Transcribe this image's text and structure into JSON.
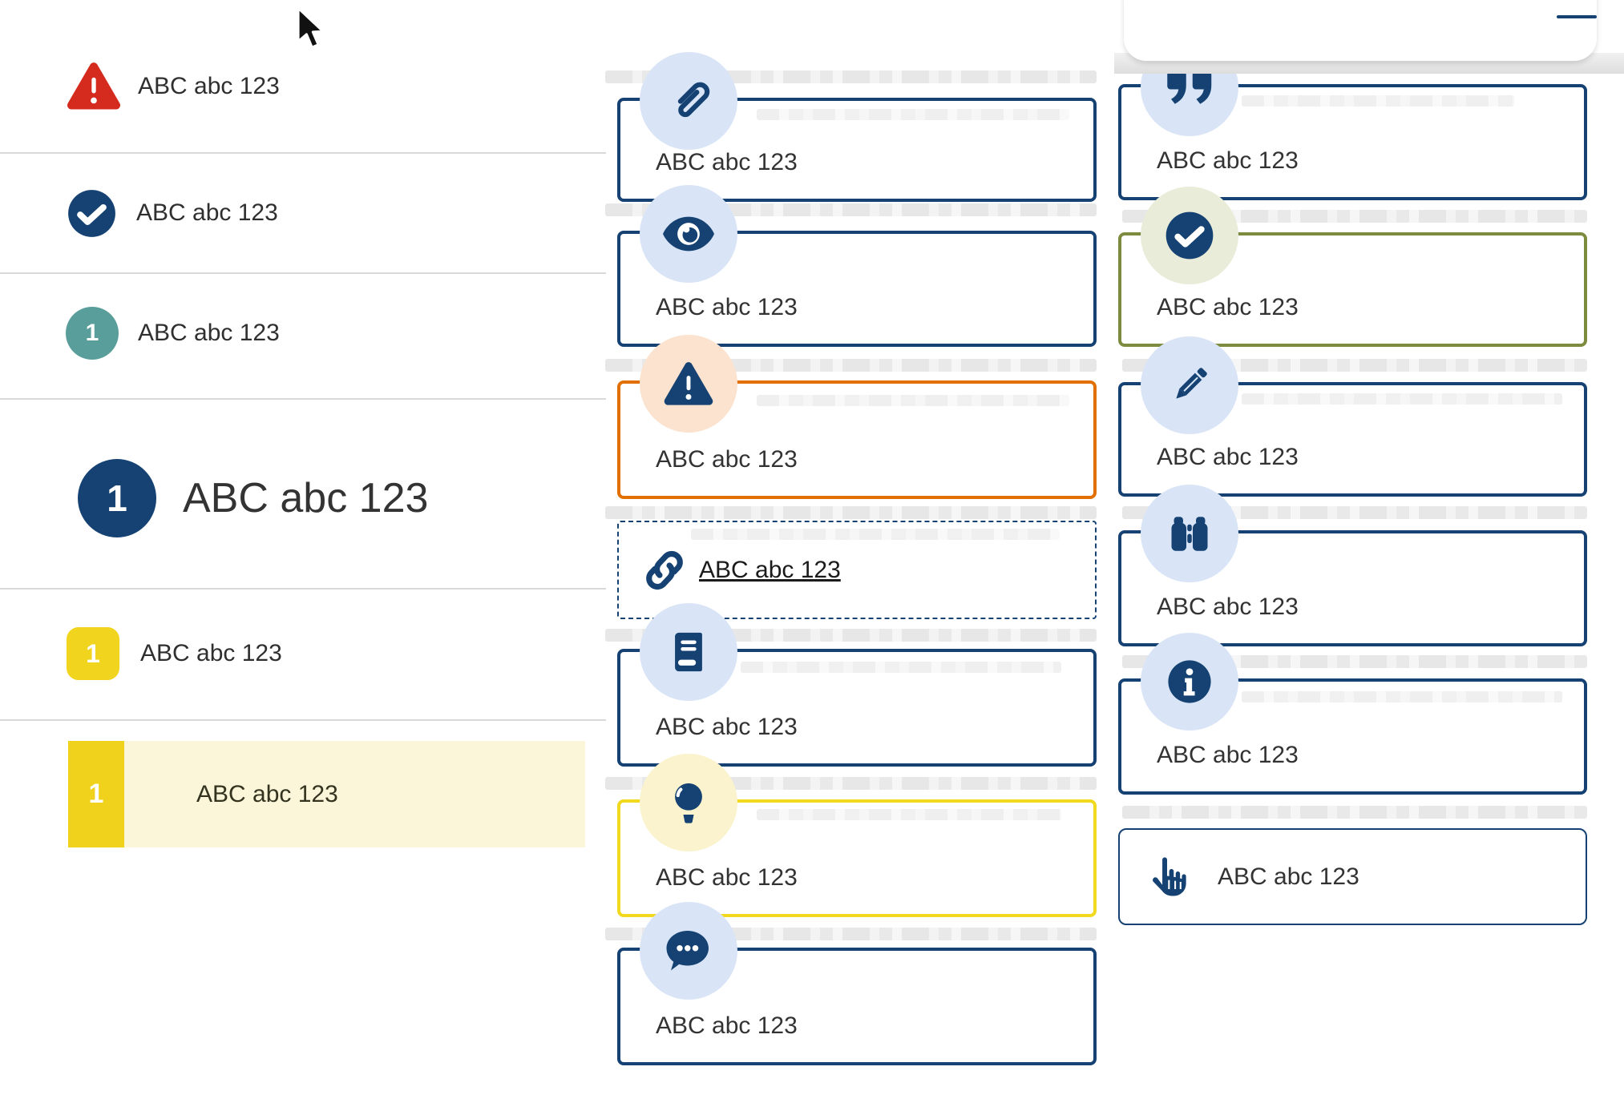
{
  "colors": {
    "navy": "#154273",
    "red": "#d52b1e",
    "teal": "#5a9e9b",
    "orange": "#e17000",
    "olive_green": "#7d8b3f",
    "yellow": "#f0d41e",
    "pale_yellow_highlight": "#fbf6d9",
    "light_blue_circle": "#d9e5f6",
    "pale_orange_circle": "#fbe3cf",
    "pale_olive_circle": "#e9ecd9",
    "pale_yellow_circle": "#faf3cd",
    "text": "#333333"
  },
  "left_list": {
    "items": [
      {
        "icon": "alert-triangle-icon",
        "label": "ABC abc 123"
      },
      {
        "icon": "check-circle-icon",
        "label": "ABC abc 123"
      },
      {
        "icon": "teal-number-badge",
        "badge": "1",
        "label": "ABC abc 123"
      },
      {
        "icon": "navy-number-badge",
        "badge": "1",
        "label": "ABC abc 123",
        "style": "heading"
      },
      {
        "icon": "yellow-number-square",
        "badge": "1",
        "label": "ABC abc 123"
      },
      {
        "icon": "yellow-number-bar",
        "badge": "1",
        "label": "ABC abc 123",
        "highlighted": true
      }
    ]
  },
  "middle_column": {
    "cards": [
      {
        "icon": "paperclip-icon",
        "label": "ABC abc 123",
        "variant": "navy"
      },
      {
        "icon": "eye-icon",
        "label": "ABC abc 123",
        "variant": "navy"
      },
      {
        "icon": "alert-triangle-icon",
        "label": "ABC abc 123",
        "variant": "orange"
      },
      {
        "icon": "link-icon",
        "label": "ABC abc 123",
        "variant": "dashed-link"
      },
      {
        "icon": "book-icon",
        "label": "ABC abc 123",
        "variant": "navy"
      },
      {
        "icon": "lightbulb-icon",
        "label": "ABC abc 123",
        "variant": "yellow"
      },
      {
        "icon": "speech-bubble-icon",
        "label": "ABC abc 123",
        "variant": "navy"
      }
    ]
  },
  "right_column": {
    "cards": [
      {
        "icon": "quote-icon",
        "label": "ABC abc 123",
        "variant": "navy"
      },
      {
        "icon": "check-circle-icon",
        "label": "ABC abc 123",
        "variant": "olive"
      },
      {
        "icon": "pencil-icon",
        "label": "ABC abc 123",
        "variant": "navy"
      },
      {
        "icon": "binoculars-icon",
        "label": "ABC abc 123",
        "variant": "navy"
      },
      {
        "icon": "info-icon",
        "label": "ABC abc 123",
        "variant": "navy"
      },
      {
        "icon": "hand-pointer-icon",
        "label": "ABC abc 123",
        "variant": "navy-thin"
      }
    ]
  }
}
